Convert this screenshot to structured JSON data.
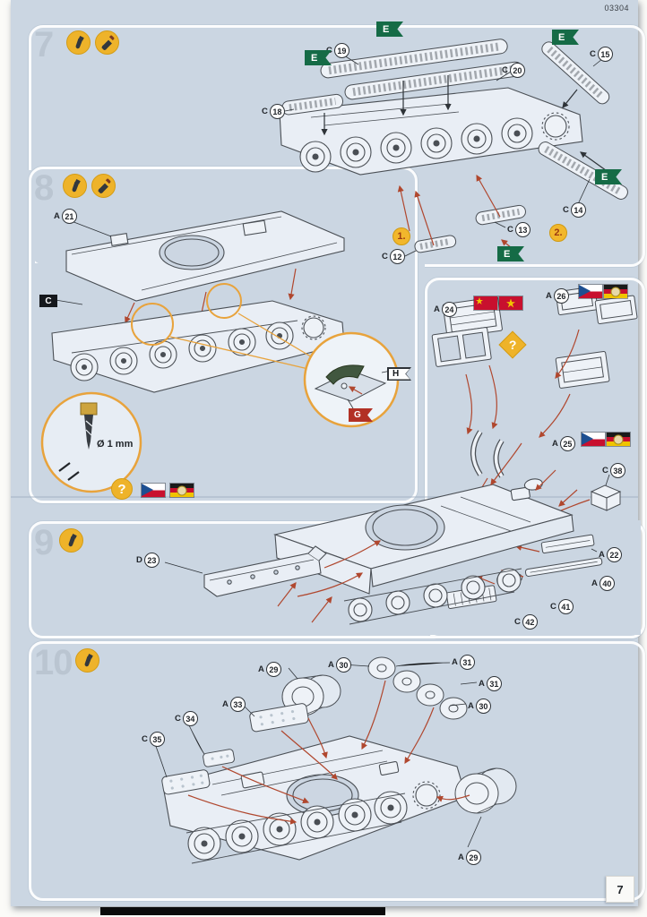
{
  "document": {
    "product_code": "03304",
    "page_number": "7"
  },
  "palette": {
    "page_bg": "#cbd6e2",
    "panel_border": "#ffffff",
    "line_gray": "#4a4f55",
    "arrow_red": "#b0472e",
    "accent_orange": "#e8a33c",
    "flag_green": "#156b46",
    "icon_yellow": "#eeb32a"
  },
  "steps": {
    "s7": {
      "number": "7",
      "icons": [
        "glue-icon",
        "paintbrush-icon"
      ],
      "callouts": [
        {
          "letter": "C",
          "num": "19"
        },
        {
          "letter": "C",
          "num": "20"
        },
        {
          "letter": "C",
          "num": "15"
        },
        {
          "letter": "C",
          "num": "18"
        },
        {
          "letter": "C",
          "num": "14"
        },
        {
          "letter": "C",
          "num": "13"
        },
        {
          "letter": "C",
          "num": "12"
        }
      ],
      "track_flags": [
        "E",
        "E",
        "E",
        "E",
        "E"
      ],
      "sequence": [
        "1.",
        "2."
      ]
    },
    "s8": {
      "number": "8",
      "icons": [
        "glue-icon",
        "paintbrush-icon"
      ],
      "callouts": [
        {
          "letter": "A",
          "num": "21"
        }
      ],
      "insert_badge": "C",
      "detail_flags": {
        "white": "H",
        "red": "G"
      },
      "drill_note": "Ø 1 mm",
      "question_mark": "?",
      "marking_flags": [
        "czechoslovakia",
        "east-germany"
      ]
    },
    "s9": {
      "number": "9",
      "icons": [
        "glue-icon"
      ],
      "question_mark": "?",
      "callouts": [
        {
          "letter": "D",
          "num": "23"
        },
        {
          "letter": "A",
          "num": "24"
        },
        {
          "letter": "A",
          "num": "26"
        },
        {
          "letter": "A",
          "num": "25"
        },
        {
          "letter": "C",
          "num": "38"
        },
        {
          "letter": "A",
          "num": "22"
        },
        {
          "letter": "A",
          "num": "40"
        },
        {
          "letter": "C",
          "num": "41"
        },
        {
          "letter": "C",
          "num": "42"
        }
      ],
      "marking_options": [
        {
          "parts": "A24",
          "flags": [
            "soviet-union",
            "vietnam"
          ]
        },
        {
          "parts": "A26",
          "flags": [
            "czechoslovakia",
            "east-germany"
          ]
        },
        {
          "parts": "A25",
          "flags": [
            "czechoslovakia",
            "east-germany"
          ]
        }
      ]
    },
    "s10": {
      "number": "10",
      "icons": [
        "glue-icon"
      ],
      "callouts": [
        {
          "letter": "A",
          "num": "29"
        },
        {
          "letter": "A",
          "num": "30"
        },
        {
          "letter": "A",
          "num": "31"
        },
        {
          "letter": "A",
          "num": "31"
        },
        {
          "letter": "A",
          "num": "30"
        },
        {
          "letter": "A",
          "num": "33"
        },
        {
          "letter": "C",
          "num": "34"
        },
        {
          "letter": "C",
          "num": "35"
        },
        {
          "letter": "A",
          "num": "29"
        }
      ]
    }
  }
}
